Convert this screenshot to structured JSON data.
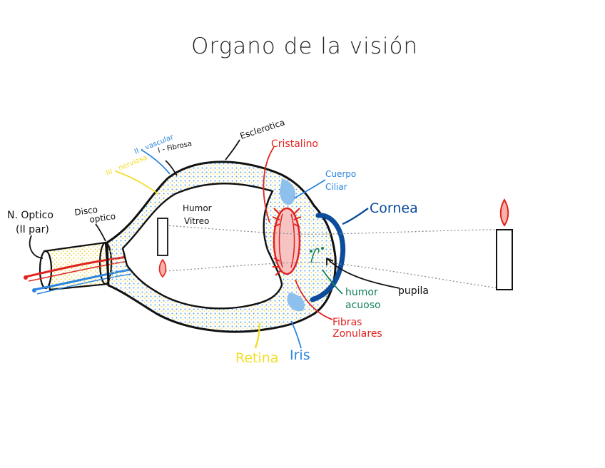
{
  "title": "Organo de la visión",
  "labels": {
    "n_optico_1": "N. Optico",
    "n_optico_2": "(II par)",
    "disco_1": "Disco",
    "disco_2": "optico",
    "capa_nerviosa": "III - nerviosa",
    "capa_vascular": "II - vascular",
    "capa_fibrosa": "I - Fibrosa",
    "esclerotica": "Esclerotica",
    "cristalino": "Cristalino",
    "cuerpo_1": "Cuerpo",
    "cuerpo_2": "Ciliar",
    "cornea": "Cornea",
    "humor_vitreo_1": "Humor",
    "humor_vitreo_2": "Vitreo",
    "humor_acuoso_1": "humor",
    "humor_acuoso_2": "acuoso",
    "pupila": "pupila",
    "fibras_1": "Fibras",
    "fibras_2": "Zonulares",
    "retina": "Retina",
    "iris": "Iris"
  },
  "colors": {
    "outline": "#111111",
    "red": "#e1231f",
    "blue": "#2a85e0",
    "dark_blue": "#0d4c9a",
    "yellow": "#f2de2a",
    "light_blue": "#9dc8f0",
    "green": "#14805a",
    "gray": "#8a8a8a"
  }
}
